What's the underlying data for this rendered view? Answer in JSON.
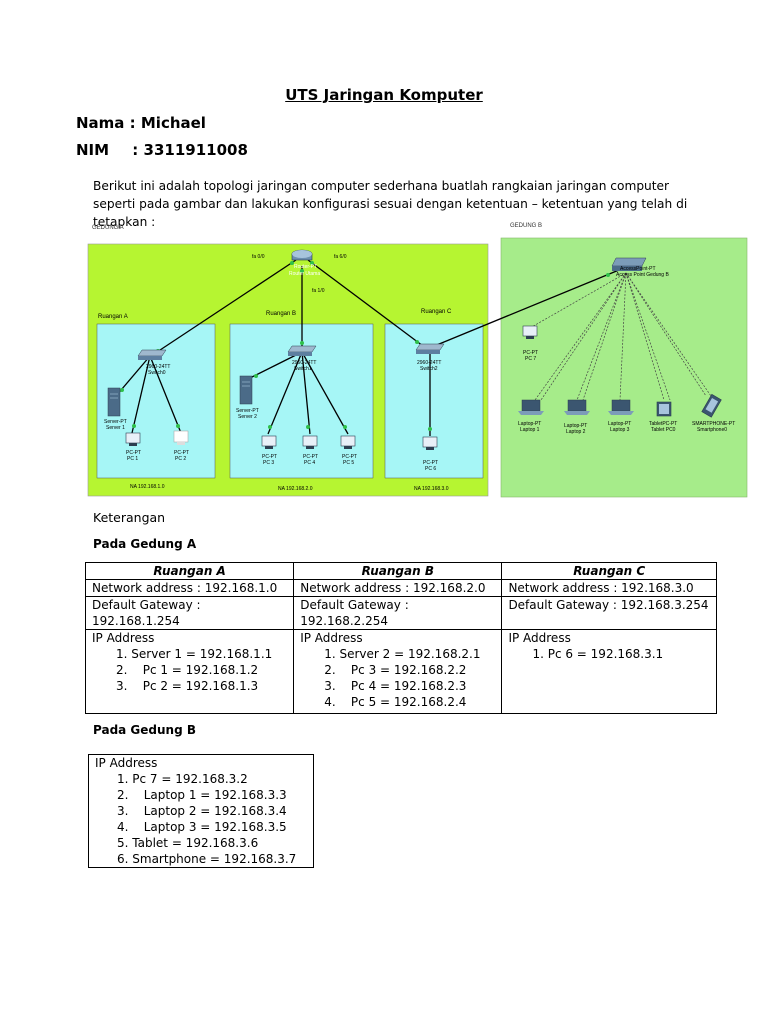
{
  "title": "UTS Jaringan Komputer",
  "nama": "Nama : Michael",
  "nim_label": "NIM",
  "nim_value": ": 3311911008",
  "intro": "Berikut ini adalah topologi jaringan computer sederhana buatlah rangkaian jaringan computer seperti pada gambar dan lakukan konfigurasi sesuai dengan ketentuan – ketentuan yang telah di tetapkan :",
  "diagram": {
    "gedung_a": "GEDUNG A",
    "gedung_b": "GEDUNG B",
    "router": [
      "Router-PT",
      "Router Utama"
    ],
    "router_ports": [
      "fa 0/0",
      "fa 6/0",
      "fa 1/0"
    ],
    "ruangan_a": "Ruangan A",
    "ruangan_b": "Ruangan B",
    "ruangan_c": "Ruangan C",
    "switch0": [
      "2960-24TT",
      "Switch0"
    ],
    "switch1": [
      "2960-24TT",
      "Switch1"
    ],
    "switch2": [
      "2960-24TT",
      "Switch2"
    ],
    "ap": [
      "AccessPoint-PT",
      "Access Point Gedung B"
    ],
    "server1": [
      "Server-PT",
      "Server 1"
    ],
    "server2": [
      "Server-PT",
      "Server 2"
    ],
    "pc1": [
      "PC-PT",
      "PC 1"
    ],
    "pc2": [
      "PC-PT",
      "PC 2"
    ],
    "pc3": [
      "PC-PT",
      "PC 3"
    ],
    "pc4": [
      "PC-PT",
      "PC 4"
    ],
    "pc5": [
      "PC-PT",
      "PC 5"
    ],
    "pc6": [
      "PC-PT",
      "PC 6"
    ],
    "pc7": [
      "PC-PT",
      "PC 7"
    ],
    "laptop1": [
      "Laptop-PT",
      "Laptop 1"
    ],
    "laptop2": [
      "Laptop-PT",
      "Laptop 2"
    ],
    "laptop3": [
      "Laptop-PT",
      "Laptop 3"
    ],
    "tablet": [
      "TabletPC-PT",
      "Tablet PC0"
    ],
    "smartphone": [
      "SMARTPHONE-PT",
      "Smartphone0"
    ],
    "na_a": "NA 192.168.1.0",
    "na_b": "NA 192.168.2.0",
    "na_c": "NA 192.168.3.0"
  },
  "keterangan": "Keterangan",
  "gedung_a_heading": "Pada Gedung A",
  "table_a": {
    "headers": [
      "Ruangan A",
      "Ruangan B",
      "Ruangan C"
    ],
    "network": [
      "Network address : 192.168.1.0",
      "Network address : 192.168.2.0",
      "Network address : 192.168.3.0"
    ],
    "gateway": [
      "Default Gateway : 192.168.1.254",
      "Default Gateway : 192.168.2.254",
      "Default Gateway : 192.168.3.254"
    ],
    "ip_label": "IP Address",
    "col1": [
      "1. Server 1 = 192.168.1.1",
      "2.    Pc 1 = 192.168.1.2",
      "3.    Pc 2 = 192.168.1.3"
    ],
    "col2": [
      "1. Server 2 = 192.168.2.1",
      "2.    Pc 3 = 192.168.2.2",
      "3.    Pc 4 = 192.168.2.3",
      "4.    Pc 5 = 192.168.2.4"
    ],
    "col3": [
      "1. Pc 6 = 192.168.3.1"
    ]
  },
  "gedung_b_heading": "Pada Gedung B",
  "table_b": {
    "ip_label": "IP Address",
    "items": [
      "1. Pc 7 = 192.168.3.2",
      "2.    Laptop 1 = 192.168.3.3",
      "3.    Laptop 2 = 192.168.3.4",
      "4.    Laptop 3 = 192.168.3.5",
      "5. Tablet = 192.168.3.6",
      "6. Smartphone = 192.168.3.7"
    ]
  }
}
